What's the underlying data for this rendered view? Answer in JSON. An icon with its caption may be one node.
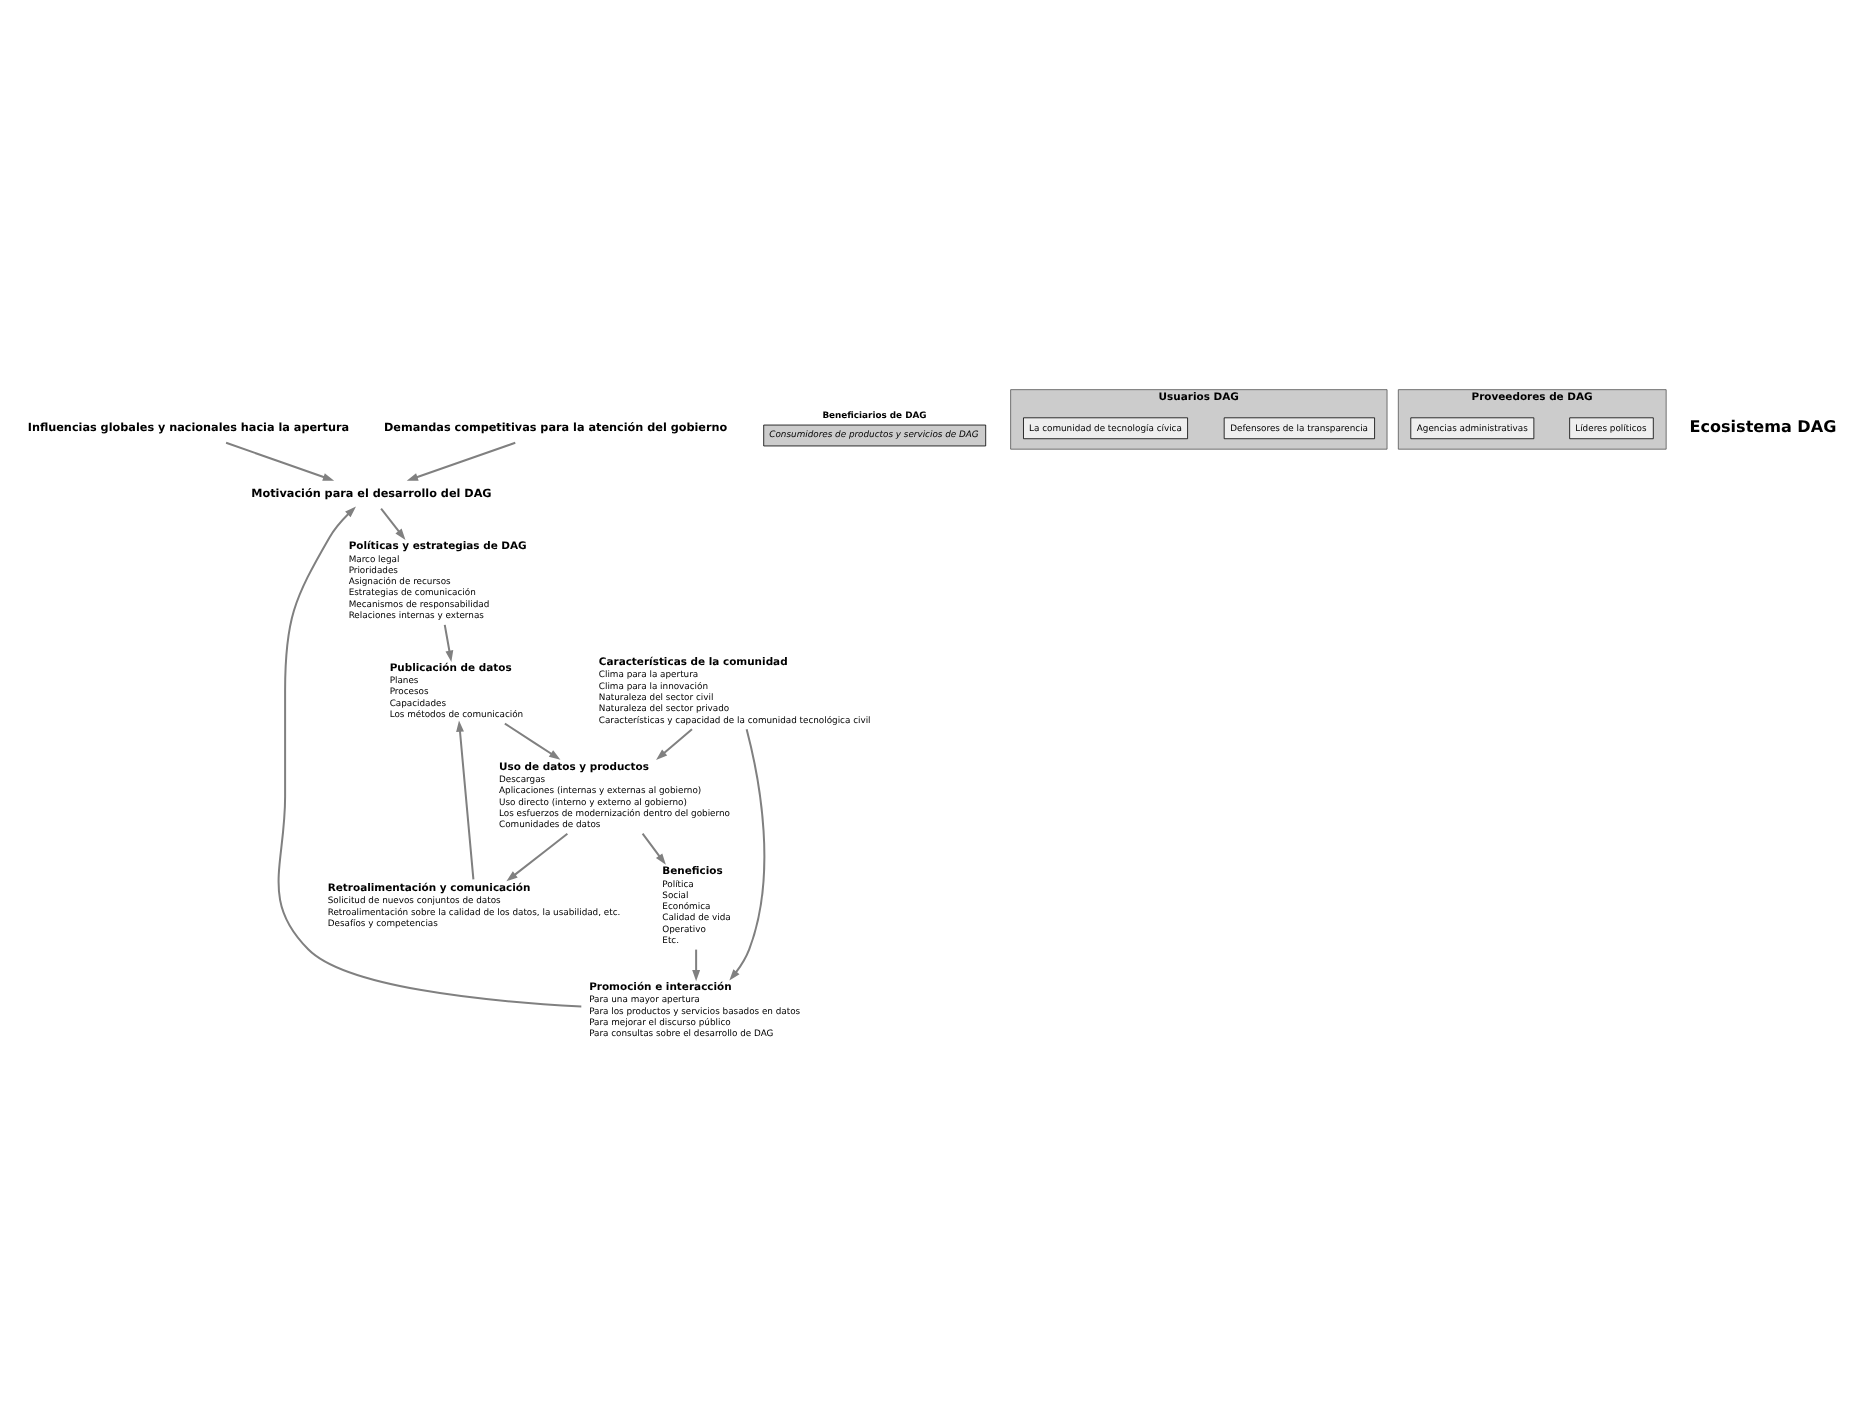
{
  "diagram": {
    "nodes": [
      {
        "text": [
          "Influencias globales y nacionales hacia la apertura"
        ]
      },
      {
        "text": [
          "Promoción e interacción",
          "Para una mayor apertura",
          "Para los productos y servicios basados en datos",
          "Para mejorar el discurso público",
          "Para consultas sobre el desarrollo de DAG"
        ]
      },
      {
        "text": [
          "Beneficiarios de DAG",
          "Consumidores de productos y servicios de DAG"
        ]
      },
      {
        "text": [
          "Beneficios",
          "Política",
          "Social",
          "Económica",
          "Calidad de vida",
          "Operativo",
          "Etc."
        ]
      },
      {
        "text": [
          "Motivación para el desarrollo del DAG"
        ]
      },
      {
        "text": [
          "Características de la comunidad",
          "Clima para la apertura",
          "Clima para la innovación",
          "Naturaleza del sector civil",
          "Naturaleza del sector privado",
          "Características y capacidad de la comunidad tecnológica civil"
        ]
      },
      {
        "text": [
          "Demandas competitivas para la atención del gobierno"
        ]
      },
      {
        "text": [
          "Uso de datos y productos",
          "Descargas",
          "Aplicaciones (internas y externas al gobierno)",
          "Uso directo (interno y externo al gobierno)",
          "Los esfuerzos de modernización dentro del gobierno",
          "Comunidades de datos"
        ]
      },
      {
        "text": [
          "Políticas y estrategias de DAG",
          "Marco legal",
          "Prioridades",
          "Asignación de recursos",
          "Estrategias de comunicación",
          "Mecanismos de responsabilidad",
          "Relaciones internas y externas"
        ]
      },
      {
        "text": [
          "Usuarios DAG"
        ]
      },
      {
        "text": [
          "Defensores de la transparencia"
        ],
        "in": 9
      },
      {
        "text": [
          "La comunidad de tecnología cívica"
        ],
        "in": 9
      },
      {
        "text": [
          "Publicación de datos",
          "Planes",
          "Procesos",
          "Capacidades",
          "Los métodos de comunicación"
        ]
      },
      {
        "text": [
          "Retroalimentación y comunicación",
          "Solicitud de nuevos conjuntos de datos",
          "Retroalimentación sobre la calidad de los datos, la usabilidad, etc.",
          "Desafíos y competencias"
        ]
      },
      {
        "text": [
          "Proveedores de DAG"
        ]
      },
      {
        "text": [
          "Líderes políticos"
        ],
        "in": 14
      },
      {
        "text": [
          "Agencias administrativas"
        ],
        "in": 14
      }
    ],
    "edges": [
      {
        "from": 0,
        "to": 4,
        "arrow": "to"
      },
      {
        "from": 1,
        "to": 4,
        "arrow": "to"
      },
      {
        "from": 6,
        "to": 4,
        "arrow": "to"
      },
      {
        "from": 4,
        "to": 8,
        "arrow": "to"
      },
      {
        "from": 8,
        "to": 12,
        "arrow": "to"
      },
      {
        "from": 12,
        "to": 7,
        "arrow": "to"
      },
      {
        "from": 7,
        "to": 3,
        "arrow": "to"
      },
      {
        "from": 3,
        "to": 1,
        "arrow": "to"
      },
      {
        "from": 5,
        "to": 1,
        "arrow": "to"
      },
      {
        "from": 5,
        "to": 7,
        "arrow": "to"
      },
      {
        "from": 7,
        "to": 13,
        "arrow": "to"
      },
      {
        "from": 13,
        "to": 12,
        "arrow": "to"
      }
    ],
    "labels": [
      "Ecosistema DAG"
    ]
  }
}
